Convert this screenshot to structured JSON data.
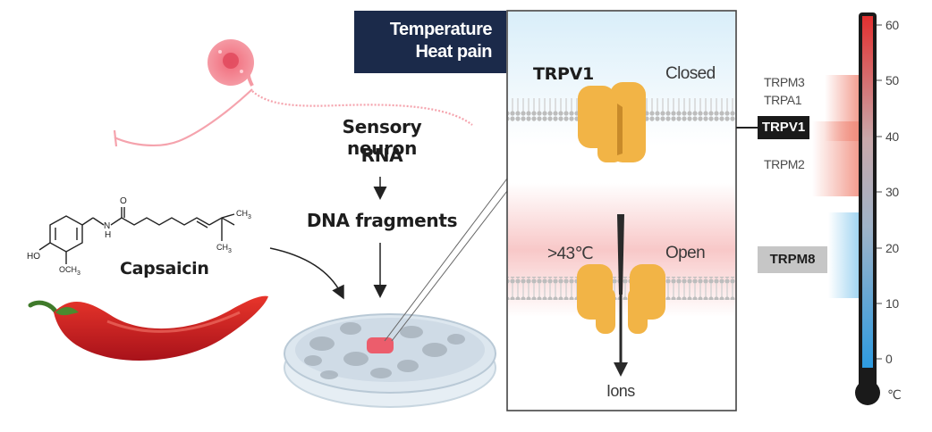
{
  "title": {
    "line1": "Temperature",
    "line2": "Heat pain"
  },
  "labels": {
    "sensory_neuron": "Sensory neuron",
    "rna": "RNA",
    "dna_fragments": "DNA fragments",
    "capsaicin": "Capsaicin"
  },
  "channel_panel": {
    "channel_name": "TRPV1",
    "closed_state": "Closed",
    "open_state": "Open",
    "threshold": ">43℃",
    "ions": "Ions"
  },
  "molecule": {
    "ho": "HO",
    "nh": "N",
    "h": "H",
    "o": "O",
    "och3": "OCH",
    "och3_sub": "3",
    "ch3_a": "CH",
    "ch3_a_sub": "3",
    "ch3_b": "CH",
    "ch3_b_sub": "3"
  },
  "channels": {
    "trpm3": "TRPM3",
    "trpa1": "TRPA1",
    "trpv1": "TRPV1",
    "trpm2": "TRPM2",
    "trpm8": "TRPM8"
  },
  "thermometer": {
    "ticks": [
      "60",
      "50",
      "40",
      "30",
      "20",
      "10",
      "0"
    ],
    "unit": "℃",
    "range_min": 0,
    "range_max": 60
  },
  "colors": {
    "title_bg": "#1b2a4a",
    "channel_protein": "#f2b446",
    "warm": "#e64a4a",
    "cold": "#4aa8dc",
    "membrane": "#bdbdbd"
  },
  "icons": {
    "neuron": "neuron-cell-icon",
    "petri_dish": "petri-dish-icon",
    "pepper": "chili-pepper-icon",
    "thermometer": "thermometer-icon"
  }
}
